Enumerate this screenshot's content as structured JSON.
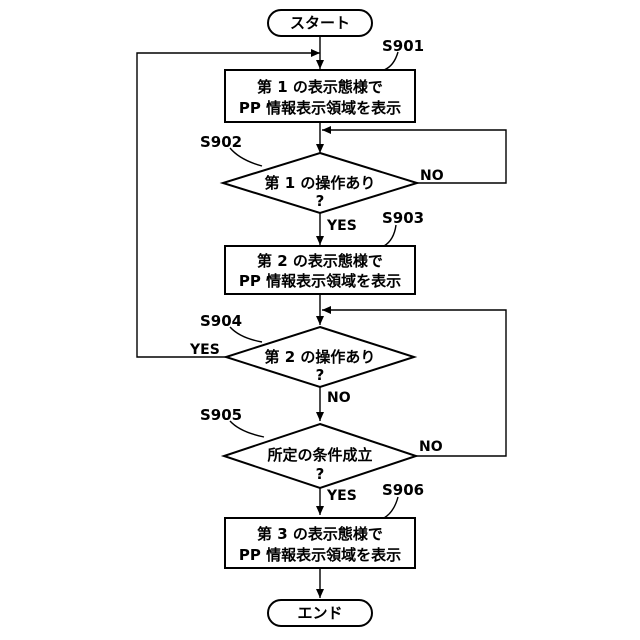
{
  "diagram": {
    "start_label": "スタート",
    "end_label": "エンド",
    "steps": {
      "s901": {
        "id": "S901",
        "line1": "第 1 の表示態様で",
        "line2": "PP 情報表示領域を表示"
      },
      "s902": {
        "id": "S902",
        "line1": "第 1 の操作あり",
        "line2": "?"
      },
      "s903": {
        "id": "S903",
        "line1": "第 2 の表示態様で",
        "line2": "PP 情報表示領域を表示"
      },
      "s904": {
        "id": "S904",
        "line1": "第 2 の操作あり",
        "line2": "?"
      },
      "s905": {
        "id": "S905",
        "line1": "所定の条件成立",
        "line2": "?"
      },
      "s906": {
        "id": "S906",
        "line1": "第 3 の表示態様で",
        "line2": "PP 情報表示領域を表示"
      }
    },
    "branches": {
      "s902_yes": "YES",
      "s902_no": "NO",
      "s904_yes": "YES",
      "s904_no": "NO",
      "s905_yes": "YES",
      "s905_no": "NO"
    }
  }
}
